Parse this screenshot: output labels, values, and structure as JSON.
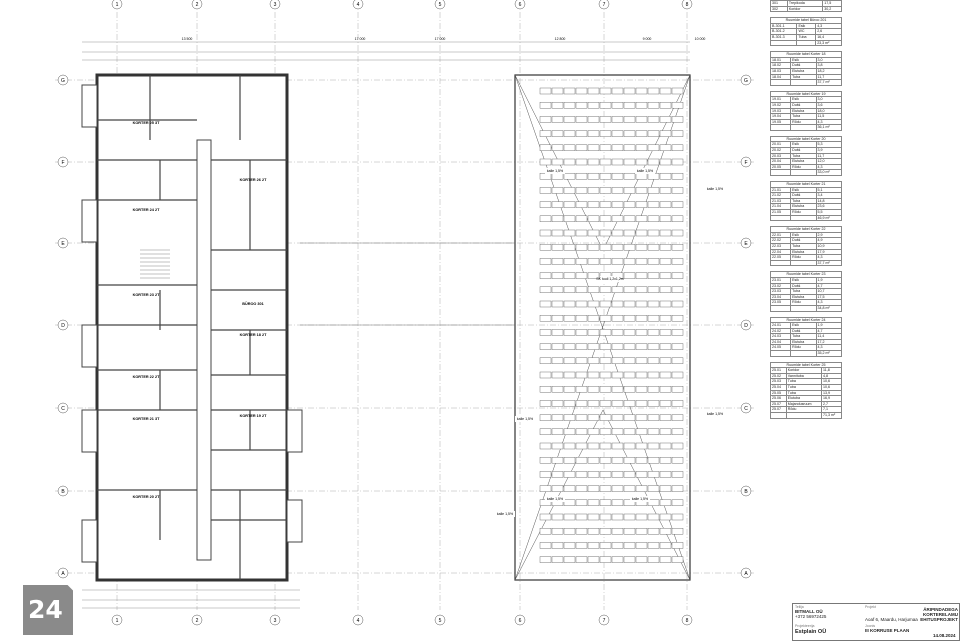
{
  "axes": {
    "columns": [
      "1",
      "2",
      "3",
      "4",
      "5",
      "6",
      "7",
      "8"
    ],
    "rows": [
      "G",
      "F",
      "E",
      "D",
      "C",
      "B",
      "A"
    ]
  },
  "dimensions_top": [
    "13 500",
    "17 000",
    "17 000",
    "12 800",
    "9 000",
    "10 000"
  ],
  "apartments": [
    "KORTER 25 3T",
    "KORTER 24 2T",
    "KORTER 23 2T",
    "KORTER 22 2T",
    "KORTER 21 3T",
    "KORTER 20 2T",
    "KORTER 19 2T",
    "KORTER 18 2T",
    "BÜROO 301",
    "KORTER 26 2T"
  ],
  "roof_labels": [
    "kalle 1,5%",
    "kalle 1,5%",
    "kalle 1,5%",
    "kalle 1,5%",
    "kalle 1,5%",
    "kalle 1,5%",
    "kalle 1,5%",
    "kalle 1,5%",
    "SK tuuli 1,2x1,2m"
  ],
  "tables": [
    {
      "title": "",
      "rows": [
        [
          "301",
          "Trepikoda",
          "17,5"
        ],
        [
          "302",
          "Koridor",
          "30,2"
        ]
      ],
      "total": ""
    },
    {
      "title": "Ruumide tabel Büroo 201",
      "rows": [
        [
          "B-301.1",
          "Esik",
          "4,3"
        ],
        [
          "B-301.2",
          "WC",
          "2,6"
        ],
        [
          "B-301.3",
          "Tuba",
          "16,4"
        ]
      ],
      "total": "23,3 m²"
    },
    {
      "title": "Ruumide tabel Korter 18",
      "rows": [
        [
          "18.01",
          "Esik",
          "3,0"
        ],
        [
          "18.02",
          "Dušš",
          "3,8"
        ],
        [
          "18.03",
          "Elutuba",
          "18,2"
        ],
        [
          "18.04",
          "Tuba",
          "11,7"
        ]
      ],
      "total": "37,7 m²"
    },
    {
      "title": "Ruumide tabel Korter 19",
      "rows": [
        [
          "19.01",
          "Esik",
          "3,0"
        ],
        [
          "19.02",
          "Dušš",
          "3,6"
        ],
        [
          "19.03",
          "Elutuba",
          "18,0"
        ],
        [
          "19.04",
          "Tuba",
          "11,5"
        ],
        [
          "19.05",
          "Rõdu",
          "4,3"
        ]
      ],
      "total": "36,1 m²"
    },
    {
      "title": "Ruumide tabel Korter 20",
      "rows": [
        [
          "20.01",
          "Esik",
          "5,3"
        ],
        [
          "20.02",
          "Dušš",
          "3,9"
        ],
        [
          "20.03",
          "Tuba",
          "11,7"
        ],
        [
          "20.04",
          "Elutuba",
          "12,0"
        ],
        [
          "20.05",
          "Rõdu",
          "4,3"
        ]
      ],
      "total": "33,0 m²"
    },
    {
      "title": "Ruumide tabel Korter 21",
      "rows": [
        [
          "21.01",
          "Esik",
          "5,1"
        ],
        [
          "21.02",
          "Dušš",
          "3,4"
        ],
        [
          "21.03",
          "Tuba",
          "14,8"
        ],
        [
          "21.04",
          "Elutuba",
          "23,6"
        ],
        [
          "21.05",
          "Rõdu",
          "5,5"
        ]
      ],
      "total": "46,9 m²"
    },
    {
      "title": "Ruumide tabel Korter 22",
      "rows": [
        [
          "22.01",
          "Esik",
          "2,9"
        ],
        [
          "22.02",
          "Dušš",
          "4,9"
        ],
        [
          "22.03",
          "Tuba",
          "10,9"
        ],
        [
          "22.04",
          "Elutuba",
          "17,9"
        ],
        [
          "22.05",
          "Rõdu",
          "4,3"
        ]
      ],
      "total": "37,7 m²"
    },
    {
      "title": "Ruumide tabel Korter 23",
      "rows": [
        [
          "23.01",
          "Esik",
          "1,9"
        ],
        [
          "23.02",
          "Dušš",
          "4,7"
        ],
        [
          "23.03",
          "Tuba",
          "10,7"
        ],
        [
          "23.04",
          "Elutuba",
          "17,5"
        ],
        [
          "23.05",
          "Rõdu",
          "4,3"
        ]
      ],
      "total": "34,8 m²"
    },
    {
      "title": "Ruumide tabel Korter 24",
      "rows": [
        [
          "24.01",
          "Esik",
          "1,9"
        ],
        [
          "24.02",
          "Dušš",
          "4,7"
        ],
        [
          "24.03",
          "Tuba",
          "11,4"
        ],
        [
          "24.04",
          "Elutuba",
          "17,2"
        ],
        [
          "24.05",
          "Rõdu",
          "4,3"
        ]
      ],
      "total": "35,2 m²"
    },
    {
      "title": "Ruumide tabel Korter 25",
      "rows": [
        [
          "25.01",
          "Koridor",
          "11,8"
        ],
        [
          "25.02",
          "Vannituba",
          "4,8"
        ],
        [
          "25.03",
          "Tuba",
          "10,6"
        ],
        [
          "25.04",
          "Tuba",
          "10,6"
        ],
        [
          "25.05",
          "Tuba",
          "13,9"
        ],
        [
          "25.06",
          "Elutuba",
          "16,9"
        ],
        [
          "25.07",
          "Majandusruum",
          "2,7"
        ],
        [
          "25.07",
          "Rõdu",
          "7,1"
        ]
      ],
      "total": "71,3 m²"
    }
  ],
  "title_block": {
    "client_label": "Tellija",
    "client": "BITMALL OÜ",
    "client_phone": "+372 56972425",
    "designer_label": "Projekteerija",
    "designer": "Estplain OÜ",
    "project_label": "Projekt",
    "project": "ÄRIPINDADEGA KORTERELAMU EHITUSPROJEKT",
    "address": "Aoaf 6, Maardu, Harjumaa",
    "drawing_label": "Joonis",
    "drawing": "III KORRUSE PLAAN",
    "date": "14.08.2024"
  },
  "logo": {
    "text": "24",
    "color": "#8a8a8a"
  }
}
